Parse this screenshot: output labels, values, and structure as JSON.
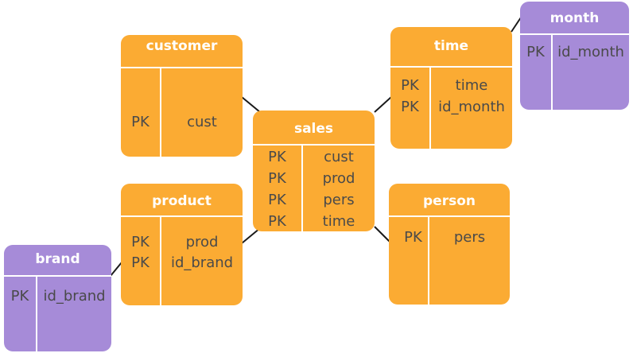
{
  "colors": {
    "fact": "#fbab33",
    "dimension": "#fbab33",
    "subdimension": "#a68bd8",
    "header_text": "#ffffff",
    "body_text": "#4a4a4a",
    "connector": "#1a1a1a"
  },
  "entities": {
    "customer": {
      "title": "customer",
      "rows": [
        {
          "key": "PK",
          "field": "cust"
        }
      ]
    },
    "time": {
      "title": "time",
      "rows": [
        {
          "key": "PK",
          "field": "time"
        },
        {
          "key": "PK",
          "field": "id_month"
        }
      ]
    },
    "month": {
      "title": "month",
      "rows": [
        {
          "key": "PK",
          "field": "id_month"
        }
      ]
    },
    "sales": {
      "title": "sales",
      "rows": [
        {
          "key": "PK",
          "field": "cust"
        },
        {
          "key": "PK",
          "field": "prod"
        },
        {
          "key": "PK",
          "field": "pers"
        },
        {
          "key": "PK",
          "field": "time"
        }
      ]
    },
    "product": {
      "title": "product",
      "rows": [
        {
          "key": "PK",
          "field": "prod"
        },
        {
          "key": "PK",
          "field": "id_brand"
        }
      ]
    },
    "person": {
      "title": "person",
      "rows": [
        {
          "key": "PK",
          "field": "pers"
        }
      ]
    },
    "brand": {
      "title": "brand",
      "rows": [
        {
          "key": "PK",
          "field": "id_brand"
        }
      ]
    }
  },
  "relationships": [
    {
      "from": "sales",
      "to": "customer"
    },
    {
      "from": "sales",
      "to": "time"
    },
    {
      "from": "time",
      "to": "month"
    },
    {
      "from": "sales",
      "to": "product"
    },
    {
      "from": "sales",
      "to": "person"
    },
    {
      "from": "product",
      "to": "brand"
    }
  ]
}
